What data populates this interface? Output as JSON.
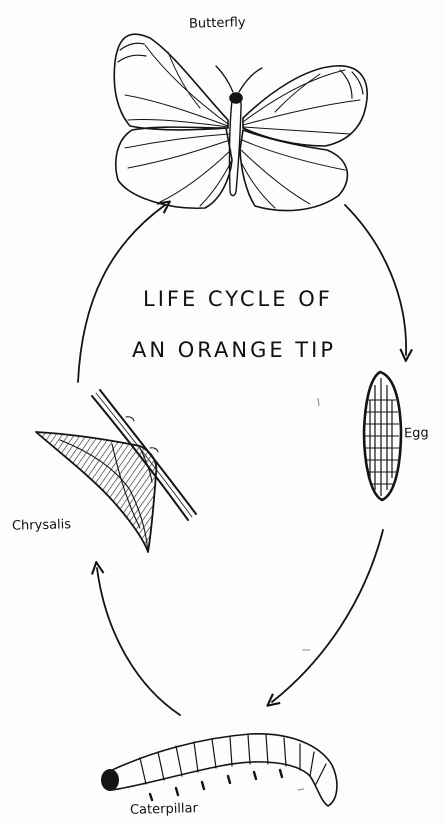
{
  "title": {
    "line1": "LIFE CYCLE OF",
    "line2": "AN ORANGE TIP"
  },
  "stages": [
    {
      "name": "butterfly",
      "label": "Butterfly"
    },
    {
      "name": "egg",
      "label": "Egg"
    },
    {
      "name": "caterpillar",
      "label": "Caterpillar"
    },
    {
      "name": "chrysalis",
      "label": "Chrysalis"
    }
  ],
  "colors": {
    "ink": "#141414",
    "paper": "#fdfdfb"
  }
}
